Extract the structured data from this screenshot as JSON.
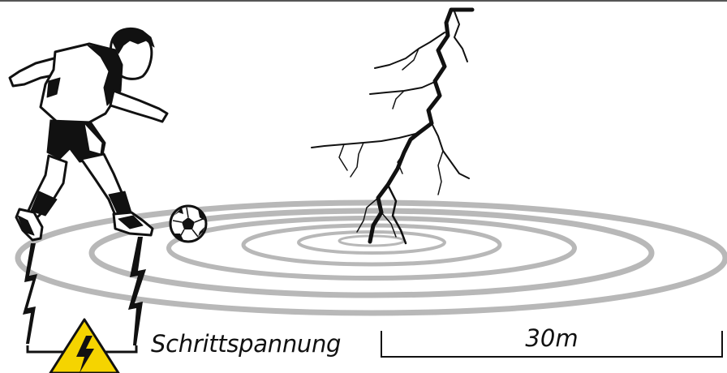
{
  "labels": {
    "step_voltage": "Schrittspannung",
    "distance": "30m"
  },
  "icons": {
    "warning": "high-voltage-warning-icon",
    "lightning": "lightning-bolt-icon",
    "player": "soccer-player-figure",
    "ball": "soccer-ball-icon"
  },
  "colors": {
    "rings": "#b8b8b8",
    "warning_fill": "#f5d400",
    "outline": "#111111"
  }
}
